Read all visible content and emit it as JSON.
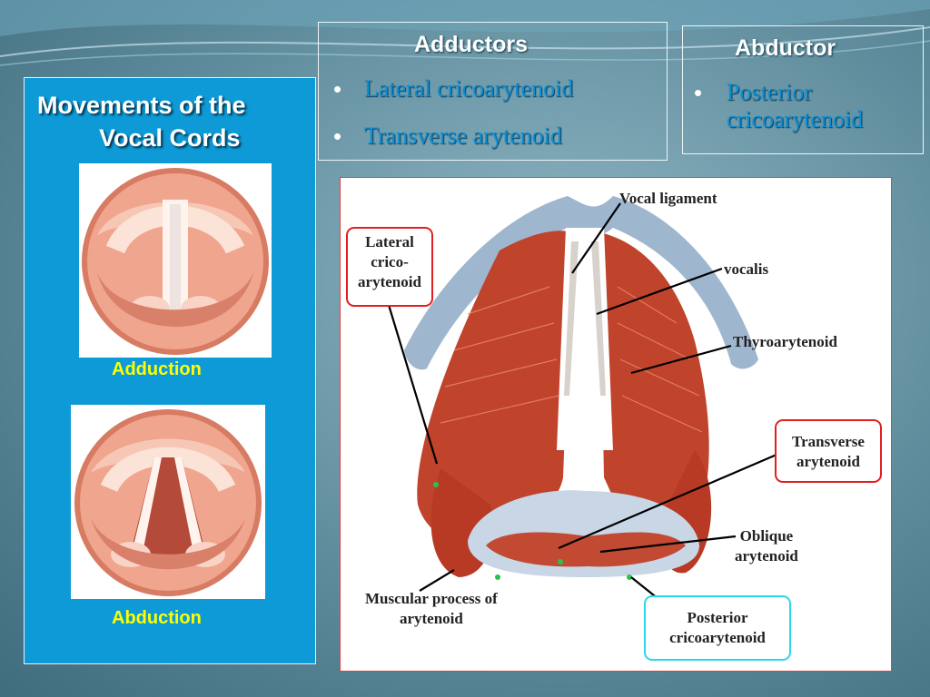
{
  "side_panel": {
    "title_line1": "Movements of the",
    "title_line2": "Vocal Cords",
    "caption_adduction": "Adduction",
    "caption_abduction": "Abduction"
  },
  "adductors": {
    "title": "Adductors",
    "items": [
      "Lateral cricoarytenoid",
      "Transverse arytenoid"
    ]
  },
  "abductor": {
    "title": "Abductor",
    "item_line1": "Posterior",
    "item_line2": "cricoarytenoid"
  },
  "diagram_labels": {
    "vocal_ligament": "Vocal ligament",
    "vocalis": "vocalis",
    "thyroarytenoid": "Thyroarytenoid",
    "lateral_l1": "Lateral",
    "lateral_l2": "crico-",
    "lateral_l3": "arytenoid",
    "transverse_l1": "Transverse",
    "transverse_l2": "arytenoid",
    "oblique_l1": "Oblique",
    "oblique_l2": "arytenoid",
    "muscular_l1": "Muscular process of",
    "muscular_l2": "arytenoid",
    "posterior_l1": "Posterior",
    "posterior_l2": "cricoarytenoid"
  },
  "colors": {
    "panel_blue": "#0d9ad6",
    "caption_yellow": "#ffff00",
    "bullet_text_blue": "#0d8fd4",
    "muscle_red": "#c0432c",
    "highlight_red": "#e02020",
    "highlight_cyan": "#2fd6ea"
  }
}
